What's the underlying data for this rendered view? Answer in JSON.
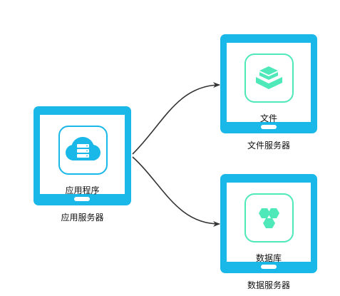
{
  "nodes": {
    "app": {
      "screen_label": "应用程序",
      "caption": "应用服务器",
      "icon": "cloud-server-icon"
    },
    "file": {
      "screen_label": "文件",
      "caption": "文件服务器",
      "icon": "layers-icon"
    },
    "db": {
      "screen_label": "数据库",
      "caption": "数据服务器",
      "icon": "hexagon-cluster-icon"
    }
  },
  "edges": [
    {
      "from": "应用服务器",
      "to": "文件服务器"
    },
    {
      "from": "应用服务器",
      "to": "数据服务器"
    }
  ],
  "colors": {
    "device": "#1ab8e8",
    "app_icon": "#1ab8e8",
    "data_icon": "#4fe8b8",
    "connector": "#333333"
  }
}
